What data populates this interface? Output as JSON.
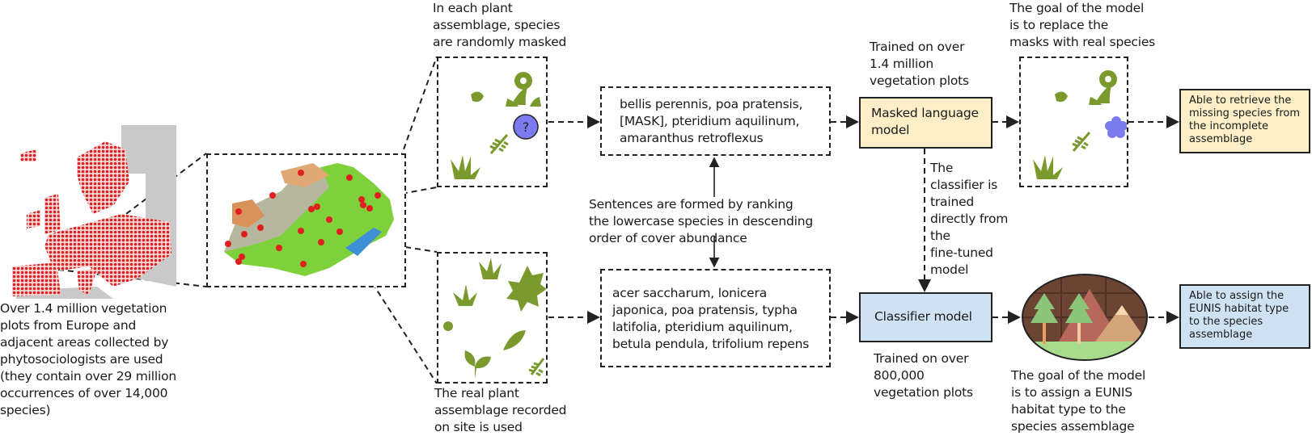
{
  "europe": {
    "caption": "Over 1.4 million vegetation\nplots from Europe and\nadjacent areas collected by\nphytosociologists are used\n(they contain over 29 million\noccurrences of over 14,000\nspecies)"
  },
  "masked_assemblage": {
    "caption": "In each plant\nassemblage, species\nare randomly masked",
    "mask_symbol": "?"
  },
  "real_assemblage": {
    "caption": "The real plant\nassemblage recorded\non site is used"
  },
  "masked_sentence": "bellis perennis, poa pratensis,\n[MASK], pteridium aquilinum,\namaranthus retroflexus",
  "real_sentence": "acer saccharum, lonicera\njaponica, poa pratensis, typha\nlatifolia, pteridium aquilinum,\nbetula pendula, trifolium repens",
  "sentence_note": "Sentences are formed by ranking\nthe lowercase species in descending\norder of cover abundance",
  "mlm": {
    "trained_note": "Trained on over\n1.4 million\nvegetation plots",
    "label": "Masked language\nmodel",
    "color": "#fcefc7"
  },
  "classifier": {
    "label": "Classifier model",
    "trained_note": "Trained on over\n800,000\nvegetation plots",
    "color": "#cfe2f3"
  },
  "link_note": "The\nclassifier is\ntrained\ndirectly from\nthe\nfine-tuned\nmodel",
  "mlm_goal": "The goal of the model\nis to replace the\nmasks with real species",
  "classifier_goal": "The goal of the model\nis to assign a EUNIS\nhabitat type to the\nspecies assemblage",
  "result_mlm": "Able to retrieve the\nmissing species from\nthe incomplete\nassemblage",
  "result_classifier": "Able to assign the\nEUNIS habitat type\nto the species\nassemblage",
  "colors": {
    "plant_green": "#7a9a2e",
    "mask_blue": "#7b7bf0",
    "plot_red": "#e02020",
    "habitat_brown": "#6b4434"
  }
}
